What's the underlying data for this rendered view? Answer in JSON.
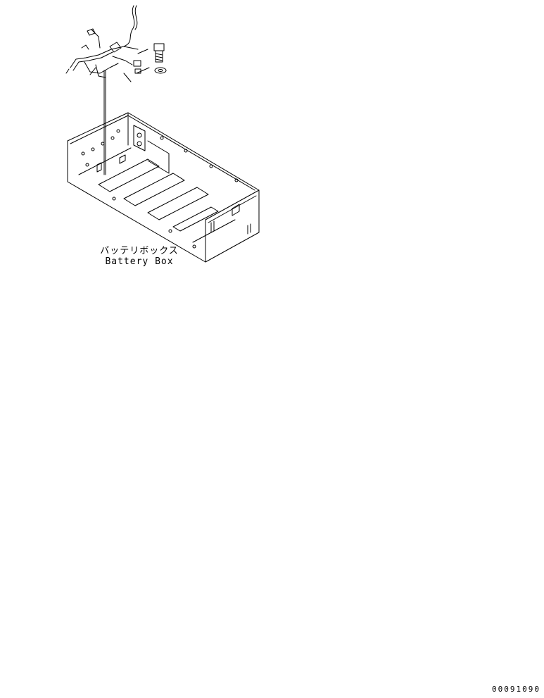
{
  "labels": {
    "battery_box_jp": "バッテリボックス",
    "battery_box_en": "Battery Box"
  },
  "figure_number": "00091090",
  "colors": {
    "line": "#000000",
    "background": "#ffffff"
  }
}
